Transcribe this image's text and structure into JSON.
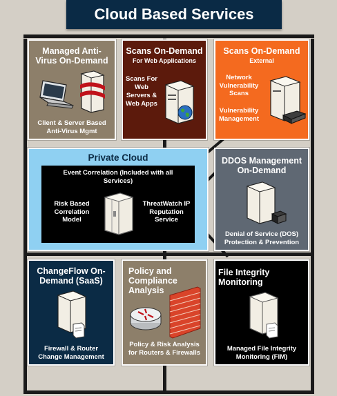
{
  "header": {
    "title": "Cloud Based Services"
  },
  "colors": {
    "background": "#d4cfc6",
    "brown": "#8d7f6a",
    "dark_red": "#5c1a0c",
    "orange": "#f46a1f",
    "light_blue": "#8fd0f2",
    "gray": "#5f6873",
    "navy": "#0b2b45",
    "black": "#000000"
  },
  "cards": {
    "antivirus": {
      "title": "Managed Anti-Virus On-Demand",
      "text": "Client & Server Based Anti-Virus Mgmt"
    },
    "web_scans": {
      "title": "Scans On-Demand",
      "subtitle": "For Web Applications",
      "text": "Scans For Web Servers & Web Apps"
    },
    "ext_scans": {
      "title": "Scans On-Demand",
      "subtitle": "External",
      "text1": "Network Vulnerability Scans",
      "text2": "Vulnerability Management"
    },
    "private_cloud": {
      "title": "Private Cloud",
      "event": "Event Correlation (Included with all Services)",
      "left": "Risk Based Correlation Model",
      "right": "ThreatWatch IP Reputation Service"
    },
    "ddos": {
      "title": "DDOS Management On-Demand",
      "text": "Denial of Service (DOS) Protection & Prevention"
    },
    "changeflow": {
      "title": "ChangeFlow On-Demand (SaaS)",
      "text": "Firewall & Router Change Management"
    },
    "policy": {
      "title": "Policy and Compliance Analysis",
      "text": "Policy & Risk Analysis for Routers & Firewalls"
    },
    "fim": {
      "title": "File Integrity Monitoring",
      "text": "Managed File Integrity Monitoring (FIM)"
    }
  },
  "icons": [
    "laptop-icon",
    "server-icon",
    "globe-icon",
    "tape-drive-icon",
    "storage-cabinet-icon",
    "network-device-icon",
    "router-icon",
    "firewall-icon",
    "document-icon"
  ]
}
